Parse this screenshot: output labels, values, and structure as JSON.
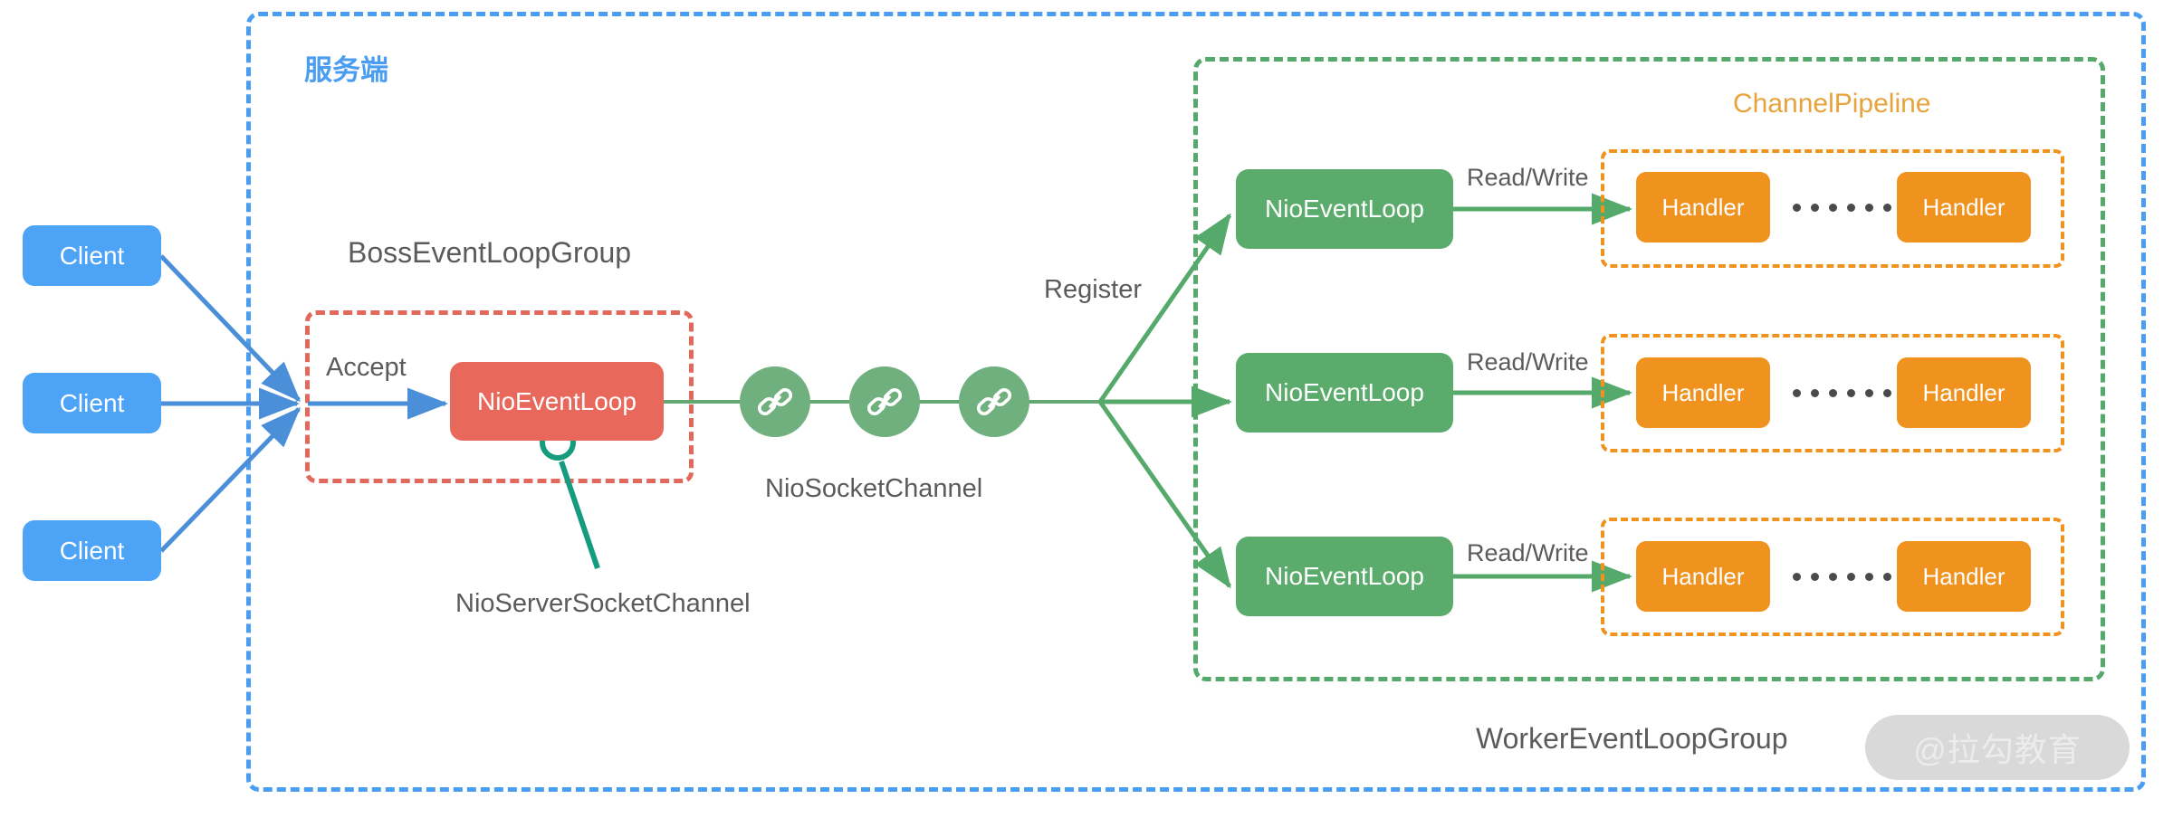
{
  "diagram": {
    "title_server": "服务端",
    "boss_group_label": "BossEventLoopGroup",
    "worker_group_label": "WorkerEventLoopGroup",
    "pipeline_label": "ChannelPipeline",
    "accept_label": "Accept",
    "register_label": "Register",
    "nio_server_socket_channel_label": "NioServerSocketChannel",
    "nio_socket_channel_label": "NioSocketChannel",
    "watermark": "@拉勾教育"
  },
  "clients": [
    {
      "label": "Client"
    },
    {
      "label": "Client"
    },
    {
      "label": "Client"
    }
  ],
  "boss": {
    "event_loop_label": "NioEventLoop"
  },
  "channels": [
    {
      "icon": "chain-link-icon"
    },
    {
      "icon": "chain-link-icon"
    },
    {
      "icon": "chain-link-icon"
    }
  ],
  "worker_rows": [
    {
      "event_loop_label": "NioEventLoop",
      "edge_label": "Read/Write",
      "handlers": [
        "Handler",
        "Handler"
      ],
      "ellipsis_dots": 6
    },
    {
      "event_loop_label": "NioEventLoop",
      "edge_label": "Read/Write",
      "handlers": [
        "Handler",
        "Handler"
      ],
      "ellipsis_dots": 6
    },
    {
      "event_loop_label": "NioEventLoop",
      "edge_label": "Read/Write",
      "handlers": [
        "Handler",
        "Handler"
      ],
      "ellipsis_dots": 6
    }
  ],
  "colors": {
    "client_blue": "#4da3f5",
    "server_border_blue": "#4a9df0",
    "boss_red": "#e8685c",
    "boss_border_red": "#e2685b",
    "worker_green": "#5bab6c",
    "worker_border_green": "#55a96a",
    "channel_green": "#70b07f",
    "handler_orange": "#f0921e",
    "pipeline_text_orange": "#e8a33d",
    "text_gray": "#5b5b5b",
    "watermark_gray": "#d9d9d9",
    "callout_teal": "#159b7e"
  }
}
